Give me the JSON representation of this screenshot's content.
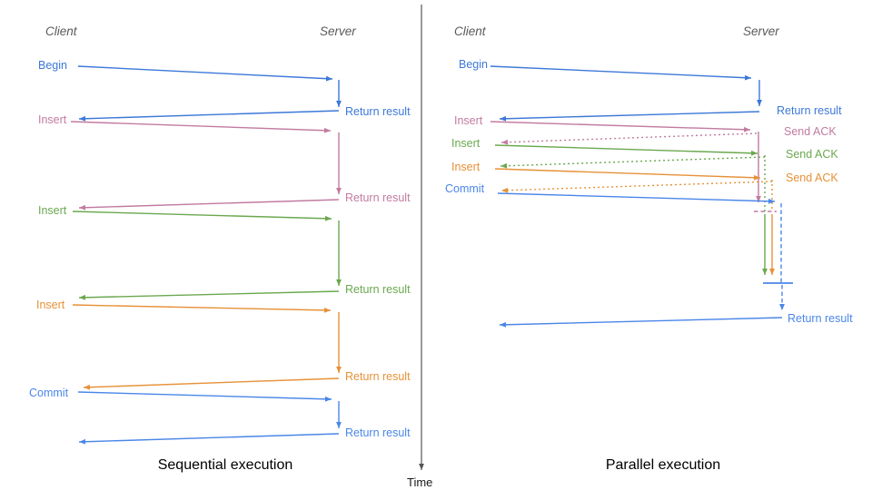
{
  "colors": {
    "blue": "#3c78d8",
    "commit_blue": "#4a86e8",
    "pink": "#c27ba0",
    "green": "#6aa84f",
    "orange": "#e69138",
    "axis": "#555555",
    "title": "#000000",
    "column": "#595959"
  },
  "time_axis": {
    "label": "Time"
  },
  "sequential": {
    "title": "Sequential execution",
    "client_label": "Client",
    "server_label": "Server",
    "operations": [
      {
        "label": "Begin",
        "result_label": "Return result"
      },
      {
        "label": "Insert",
        "result_label": "Return result"
      },
      {
        "label": "Insert",
        "result_label": "Return result"
      },
      {
        "label": "Insert",
        "result_label": "Return result"
      },
      {
        "label": "Commit",
        "result_label": "Return result"
      }
    ]
  },
  "parallel": {
    "title": "Parallel execution",
    "client_label": "Client",
    "server_label": "Server",
    "operations": [
      {
        "label": "Begin",
        "result_label": "Return result"
      },
      {
        "label": "Insert",
        "result_label": "Send ACK"
      },
      {
        "label": "Insert",
        "result_label": "Send ACK"
      },
      {
        "label": "Insert",
        "result_label": "Send ACK"
      },
      {
        "label": "Commit",
        "result_label": "Return result"
      }
    ]
  }
}
